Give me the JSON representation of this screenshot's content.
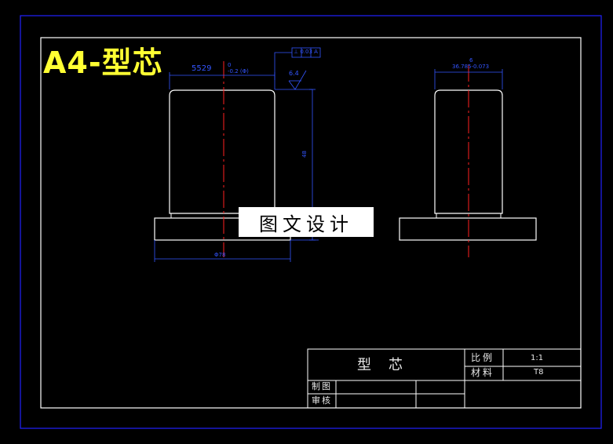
{
  "sheet": {
    "title": "A4-型芯"
  },
  "watermark": {
    "text": "图文设计"
  },
  "front_view": {
    "dim_top_left": "5529",
    "dim_top_center_upper": "0",
    "dim_top_center_lower": "-0.2 (Φ)",
    "gdt_frame": "⊥ 0.03 A",
    "roughness": "6.4",
    "dim_height": "48",
    "dim_base": "Φ78"
  },
  "side_view": {
    "dim_top_upper": "6",
    "dim_top_lower": "36.785-0.073"
  },
  "title_block": {
    "part_name": "型芯",
    "scale_label": "比例",
    "scale_value": "1:1",
    "material_label": "材料",
    "material_value": "T8",
    "drawn_label": "制图",
    "checked_label": "审核"
  },
  "colors": {
    "frame": "#2222ff",
    "border": "#ffffff",
    "part": "#ffffff",
    "centerline": "#ff2020",
    "dimension": "#3355ff",
    "title": "#ffff33"
  }
}
